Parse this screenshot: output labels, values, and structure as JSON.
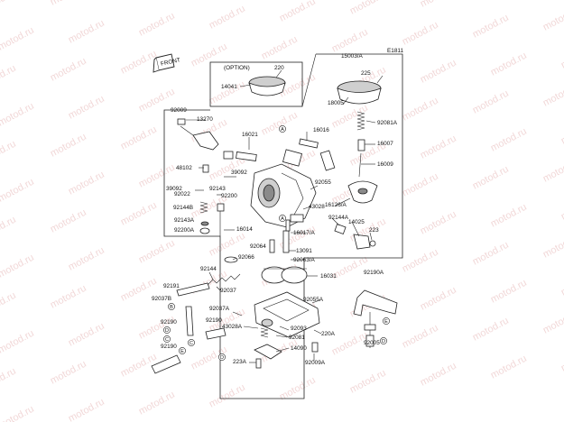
{
  "diagram": {
    "ref_code": "E1811",
    "front_label": "FRONT",
    "option_label": "(OPTION)",
    "watermark": "motod.ru",
    "assembly_label": "15003/A",
    "part_labels": [
      "220",
      "14041",
      "225",
      "18005",
      "92081A",
      "16007",
      "16009",
      "92009",
      "13270",
      "16021",
      "16016",
      "48102",
      "39092",
      "39092",
      "92022",
      "92143",
      "92200",
      "92055",
      "92144B",
      "92143A",
      "92200A",
      "43028",
      "16126/A",
      "92144A",
      "14025",
      "16014",
      "16017/A",
      "223",
      "92064",
      "13091",
      "92066",
      "92063/A",
      "92144",
      "16031",
      "92191",
      "92190A",
      "92037",
      "92037B",
      "92055A",
      "92037A",
      "92190",
      "92093",
      "43028A",
      "92081",
      "220A",
      "92190",
      "14090",
      "92005",
      "223A",
      "92009A"
    ],
    "circle_markers": [
      "A",
      "A",
      "B",
      "C",
      "C",
      "D",
      "D",
      "E",
      "E",
      "D"
    ]
  }
}
